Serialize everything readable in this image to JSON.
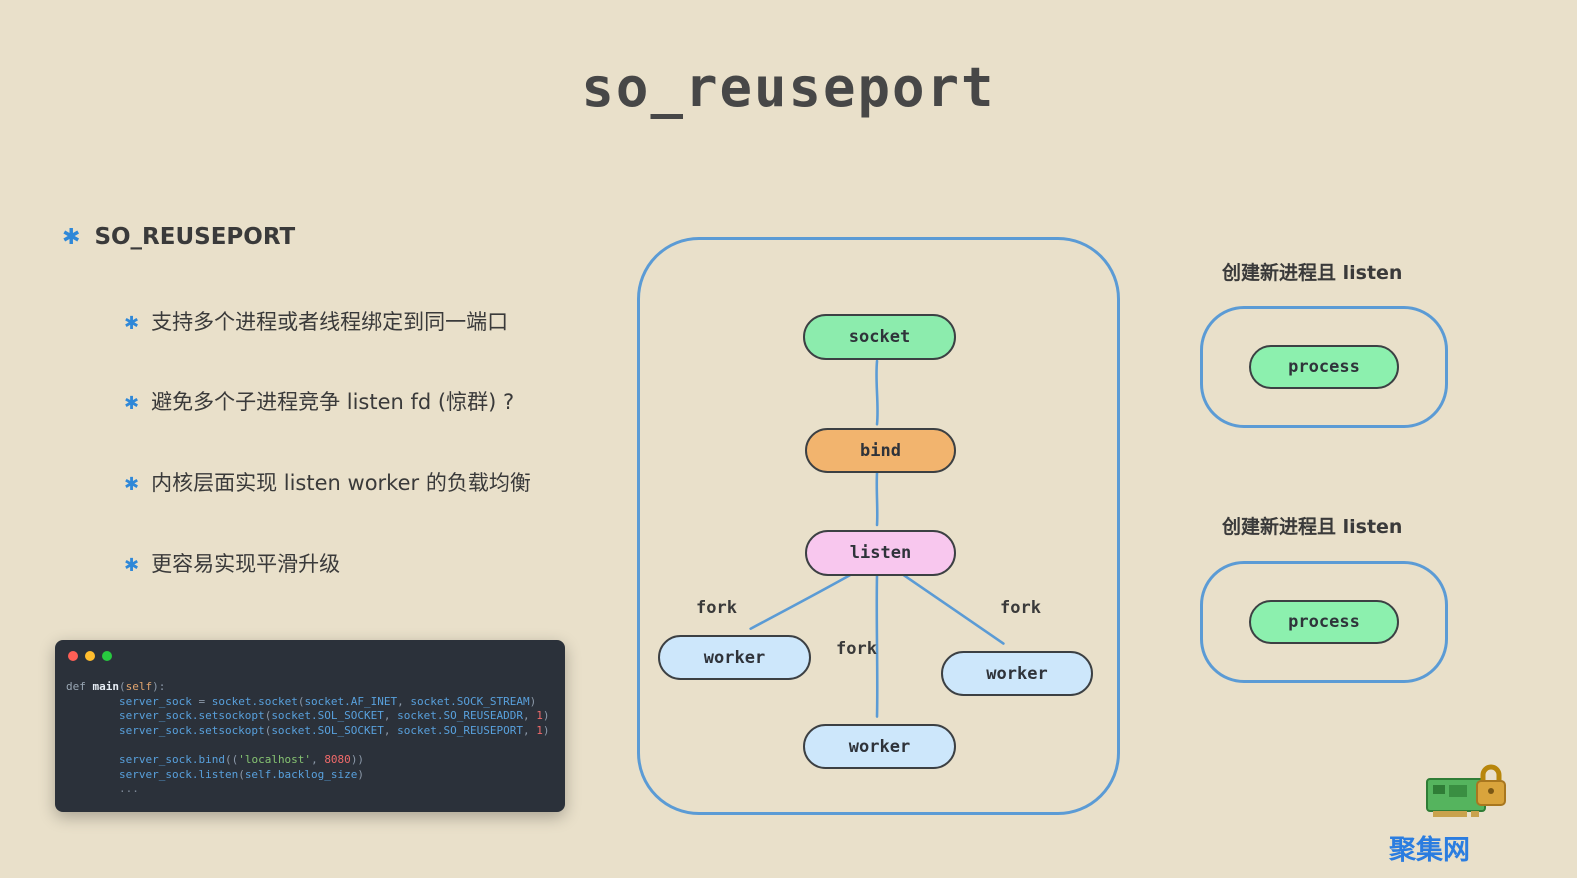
{
  "title": "so_reuseport",
  "icons": {
    "bullet": "✱"
  },
  "notes": {
    "heading": "SO_REUSEPORT",
    "items": [
      "支持多个进程或者线程绑定到同一端口",
      "避免多个子进程竞争 listen fd (惊群) ?",
      "内核层面实现 listen worker 的负载均衡",
      "更容易实现平滑升级"
    ]
  },
  "code": {
    "lines": [
      [
        {
          "c": "kw",
          "t": "def "
        },
        {
          "c": "fn",
          "t": "main"
        },
        {
          "c": "pl",
          "t": "("
        },
        {
          "c": "arg",
          "t": "self"
        },
        {
          "c": "pl",
          "t": "):"
        }
      ],
      [
        {
          "c": "var",
          "t": "        server_sock"
        },
        {
          "c": "pl",
          "t": " = "
        },
        {
          "c": "var",
          "t": "socket.socket"
        },
        {
          "c": "pl",
          "t": "("
        },
        {
          "c": "var",
          "t": "socket.AF_INET"
        },
        {
          "c": "pl",
          "t": ", "
        },
        {
          "c": "var",
          "t": "socket.SOCK_STREAM"
        },
        {
          "c": "pl",
          "t": ")"
        }
      ],
      [
        {
          "c": "var",
          "t": "        server_sock.setsockopt"
        },
        {
          "c": "pl",
          "t": "("
        },
        {
          "c": "var",
          "t": "socket.SOL_SOCKET"
        },
        {
          "c": "pl",
          "t": ", "
        },
        {
          "c": "var",
          "t": "socket.SO_REUSEADDR"
        },
        {
          "c": "pl",
          "t": ", "
        },
        {
          "c": "num",
          "t": "1"
        },
        {
          "c": "pl",
          "t": ")"
        }
      ],
      [
        {
          "c": "var",
          "t": "        server_sock.setsockopt"
        },
        {
          "c": "pl",
          "t": "("
        },
        {
          "c": "var",
          "t": "socket.SOL_SOCKET"
        },
        {
          "c": "pl",
          "t": ", "
        },
        {
          "c": "var",
          "t": "socket.SO_REUSEPORT"
        },
        {
          "c": "pl",
          "t": ", "
        },
        {
          "c": "num",
          "t": "1"
        },
        {
          "c": "pl",
          "t": ")"
        }
      ],
      [],
      [
        {
          "c": "var",
          "t": "        server_sock.bind"
        },
        {
          "c": "pl",
          "t": "(("
        },
        {
          "c": "str",
          "t": "'localhost'"
        },
        {
          "c": "pl",
          "t": ", "
        },
        {
          "c": "num",
          "t": "8080"
        },
        {
          "c": "pl",
          "t": "))"
        }
      ],
      [
        {
          "c": "var",
          "t": "        server_sock.listen"
        },
        {
          "c": "pl",
          "t": "("
        },
        {
          "c": "var",
          "t": "self.backlog_size"
        },
        {
          "c": "pl",
          "t": ")"
        }
      ],
      [
        {
          "c": "cm",
          "t": "        ..."
        }
      ]
    ]
  },
  "flow": {
    "nodes": [
      {
        "label": "socket"
      },
      {
        "label": "bind"
      },
      {
        "label": "listen"
      },
      {
        "label": "worker"
      },
      {
        "label": "worker"
      },
      {
        "label": "worker"
      }
    ],
    "fork_labels": [
      "fork",
      "fork",
      "fork"
    ]
  },
  "panels": [
    {
      "caption": "创建新进程且 listen",
      "node_label": "process"
    },
    {
      "caption": "创建新进程且 listen",
      "node_label": "process"
    }
  ],
  "watermark": {
    "text": "聚集网"
  },
  "colors": {
    "background": "#e9e0ca",
    "accent_blue": "#5b9bd5",
    "bullet_blue": "#2f88d8",
    "node_socket": "#8cecad",
    "node_bind": "#f2b46e",
    "node_listen": "#f8c7ee",
    "node_worker": "#cde7fb",
    "node_process": "#8cf0ae",
    "code_bg": "#2b313a",
    "watermark_blue": "#2b7de0"
  }
}
